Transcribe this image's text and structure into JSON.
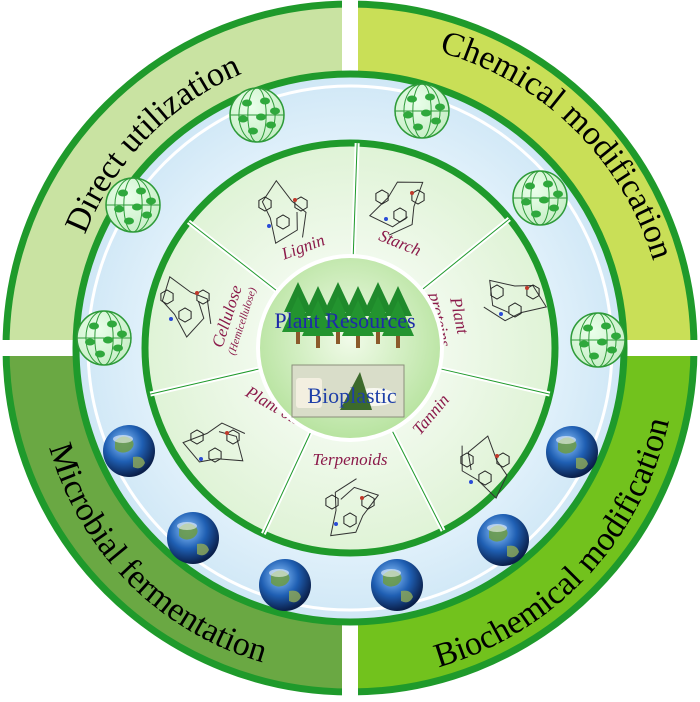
{
  "outer_ring": {
    "top_left": "Direct utilization",
    "top_right": "Chemical modification",
    "bottom_left": "Microbial fermentation",
    "bottom_right": "Biochemical modification"
  },
  "resources": [
    {
      "label": "Lignin",
      "sub": ""
    },
    {
      "label": "Starch",
      "sub": ""
    },
    {
      "label": "Plant proteins",
      "line1": "Plant",
      "line2": "proteins",
      "sub": ""
    },
    {
      "label": "Tannin",
      "sub": ""
    },
    {
      "label": "Terpenoids",
      "sub": ""
    },
    {
      "label": "Plant oil",
      "sub": ""
    },
    {
      "label": "Cellulose",
      "sub": "(Hemicellulose)"
    }
  ],
  "center": {
    "top": "Plant Resources",
    "bottom": "Bioplastic"
  },
  "colors": {
    "ring_green": "#1f9a2b",
    "tl_fill": "#c9e3a2",
    "tr_fill": "#c9df57",
    "bl_fill": "#6aa843",
    "br_fill": "#72c21d",
    "label_color": "#8b1a4a",
    "plant_text": "#1e2aa8",
    "bioplastic_text": "#1e3fa8"
  },
  "icons": {
    "leaf_sphere": "leaf-globe-icon",
    "earth": "earth-globe-icon",
    "tree": "tree-icon"
  }
}
